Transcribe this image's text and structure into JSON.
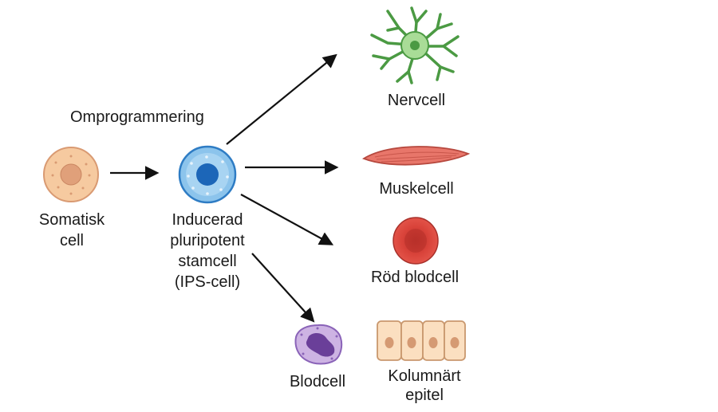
{
  "labels": {
    "reprogramming": "Omprogrammering",
    "somatic_line1": "Somatisk",
    "somatic_line2": "cell",
    "ips_line1": "Inducerad",
    "ips_line2": "pluripotent",
    "ips_line3": "stamcell",
    "ips_line4": "(IPS-cell)",
    "nerve": "Nervcell",
    "muscle": "Muskelcell",
    "red_blood": "Röd blodcell",
    "blood": "Blodcell",
    "columnar_line1": "Kolumnärt",
    "columnar_line2": "epitel"
  },
  "icons": {
    "somatic_cell": "somatic-cell-icon",
    "ips_cell": "ips-cell-icon",
    "nerve_cell": "nerve-cell-icon",
    "muscle_cell": "muscle-cell-icon",
    "red_blood_cell": "red-blood-cell-icon",
    "white_blood_cell": "white-blood-cell-icon",
    "columnar_epithelium": "columnar-epithelium-icon"
  },
  "colors": {
    "somatic_fill": "#f6caa0",
    "somatic_nucleus": "#e0a07a",
    "ips_fill": "#8cc4ec",
    "ips_nucleus": "#1c66b8",
    "nerve_fill": "#a9dc97",
    "nerve_stroke": "#4b9a43",
    "muscle_fill": "#e8766a",
    "red_blood_fill": "#d9433a",
    "white_blood_fill": "#cdb3e3",
    "white_blood_nucleus": "#6a3f99",
    "epithelium_fill": "#fbdfc0",
    "epithelium_nucleus": "#d59a73",
    "arrow": "#111111"
  }
}
